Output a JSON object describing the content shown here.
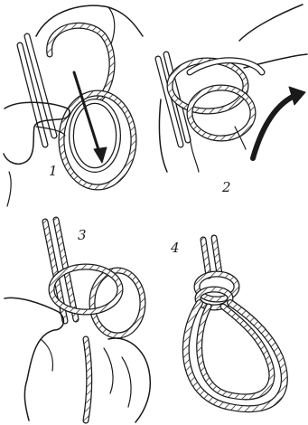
{
  "steps": [
    {
      "number": "1"
    },
    {
      "number": "2"
    },
    {
      "number": "3"
    },
    {
      "number": "4"
    }
  ],
  "colors": {
    "ink": "#1a1a1a",
    "paper": "#ffffff"
  }
}
